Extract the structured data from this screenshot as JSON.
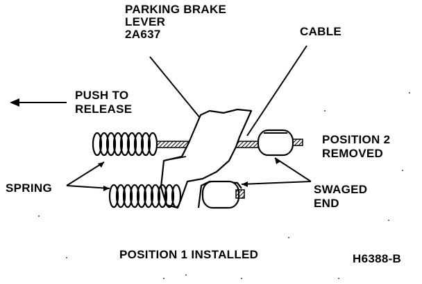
{
  "labels": {
    "lever_line1": "PARKING BRAKE",
    "lever_line2": "LEVER",
    "lever_line3": "2A637",
    "cable": "CABLE",
    "push_line1": "PUSH TO",
    "push_line2": "RELEASE",
    "position2_line1": "POSITION 2",
    "position2_line2": "REMOVED",
    "spring": "SPRING",
    "swaged_line1": "SWAGED",
    "swaged_line2": "END",
    "position1": "POSITION 1 INSTALLED",
    "figure_id": "H6388-B"
  }
}
